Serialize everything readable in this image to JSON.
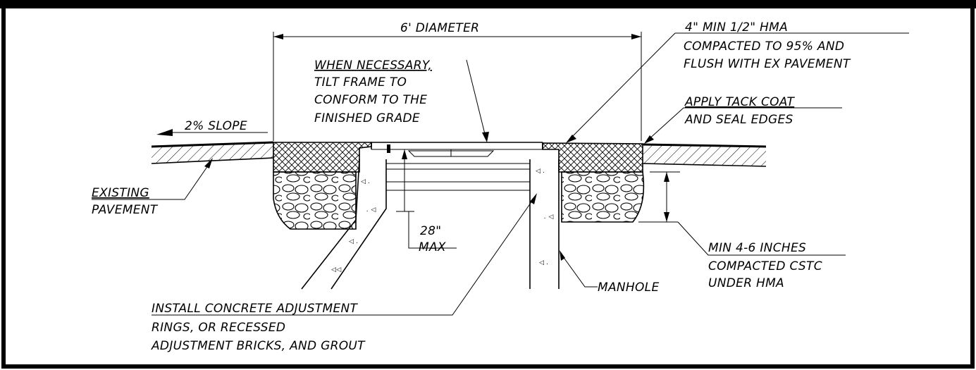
{
  "labels": {
    "diameter": "6' DIAMETER",
    "hma_1": "4\" MIN 1/2\" HMA",
    "hma_2": "COMPACTED TO 95% AND",
    "hma_3": "FLUSH WITH EX PAVEMENT",
    "tilt_1": "WHEN NECESSARY,",
    "tilt_2": "TILT FRAME TO",
    "tilt_3": "CONFORM TO THE",
    "tilt_4": "FINISHED GRADE",
    "tack_1": "APPLY TACK COAT",
    "tack_2": "AND SEAL EDGES",
    "slope": "2% SLOPE",
    "existing_1": "EXISTING",
    "existing_2": "PAVEMENT",
    "max_1": "28\"",
    "max_2": "MAX",
    "min_1": "MIN 4-6 INCHES",
    "min_2": "COMPACTED CSTC",
    "min_3": "UNDER HMA",
    "manhole": "MANHOLE",
    "install_1": "INSTALL CONCRETE ADJUSTMENT",
    "install_2": "RINGS, OR RECESSED",
    "install_3": "ADJUSTMENT BRICKS, AND GROUT"
  }
}
